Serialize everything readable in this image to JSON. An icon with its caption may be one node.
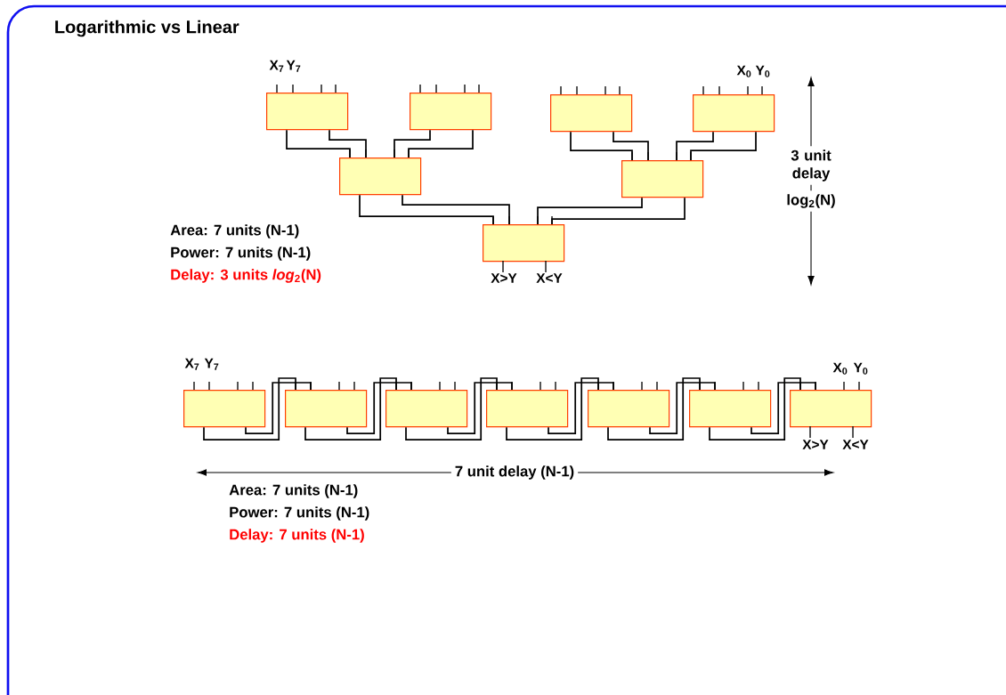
{
  "diagram": {
    "title": "Logarithmic vs Linear",
    "nodes": [
      {
        "text": [],
        "shape": "box"
      },
      {
        "text": [],
        "shape": "box"
      },
      {
        "text": [],
        "shape": "box"
      },
      {
        "text": [],
        "shape": "box"
      },
      {
        "text": [],
        "shape": "box"
      },
      {
        "text": [],
        "shape": "box"
      },
      {
        "text": [],
        "shape": "box"
      },
      {
        "text": [],
        "shape": "box"
      },
      {
        "text": [],
        "shape": "box"
      },
      {
        "text": [],
        "shape": "box"
      },
      {
        "text": [],
        "shape": "box"
      },
      {
        "text": [],
        "shape": "box"
      },
      {
        "text": [],
        "shape": "box"
      },
      {
        "text": [],
        "shape": "box"
      }
    ],
    "edges": [
      {
        "from": 0,
        "to": 4,
        "arrow": "none"
      },
      {
        "from": 0,
        "to": 4,
        "arrow": "none"
      },
      {
        "from": 1,
        "to": 4,
        "arrow": "none"
      },
      {
        "from": 1,
        "to": 4,
        "arrow": "none"
      },
      {
        "from": 2,
        "to": 5,
        "arrow": "none"
      },
      {
        "from": 2,
        "to": 5,
        "arrow": "none"
      },
      {
        "from": 3,
        "to": 5,
        "arrow": "none"
      },
      {
        "from": 3,
        "to": 5,
        "arrow": "none"
      },
      {
        "from": 4,
        "to": 6,
        "arrow": "none"
      },
      {
        "from": 4,
        "to": 6,
        "arrow": "none"
      },
      {
        "from": 5,
        "to": 6,
        "arrow": "none"
      },
      {
        "from": 5,
        "to": 6,
        "arrow": "none"
      },
      {
        "from": 7,
        "to": 8,
        "arrow": "none"
      },
      {
        "from": 7,
        "to": 8,
        "arrow": "none"
      },
      {
        "from": 8,
        "to": 9,
        "arrow": "none"
      },
      {
        "from": 8,
        "to": 9,
        "arrow": "none"
      },
      {
        "from": 9,
        "to": 10,
        "arrow": "none"
      },
      {
        "from": 9,
        "to": 10,
        "arrow": "none"
      },
      {
        "from": 10,
        "to": 11,
        "arrow": "none"
      },
      {
        "from": 10,
        "to": 11,
        "arrow": "none"
      },
      {
        "from": 11,
        "to": 12,
        "arrow": "none"
      },
      {
        "from": 11,
        "to": 12,
        "arrow": "none"
      },
      {
        "from": 12,
        "to": 13,
        "arrow": "none"
      },
      {
        "from": 12,
        "to": 13,
        "arrow": "none"
      }
    ],
    "labels": [
      "X$_{7}$",
      "Y$_{7}$",
      "X$_{0}$",
      "Y$_{0}$",
      "3 unit delay",
      "log$_{2}$(N)",
      "Area: 7 units (N-1)",
      "Power: 7 units (N-1)",
      "Delay: 3 units *log*$_{2}$(N)",
      "X>Y",
      "X<Y",
      "X$_{7}$",
      "Y$_{7}$",
      "X$_{0}$",
      "Y$_{0}$",
      "X>Y",
      "X<Y",
      "7 unit delay (N-1)",
      "Area: 7 units (N-1)",
      "Power: 7 units (N-1)",
      "Delay: 7 units (N-1)"
    ]
  }
}
